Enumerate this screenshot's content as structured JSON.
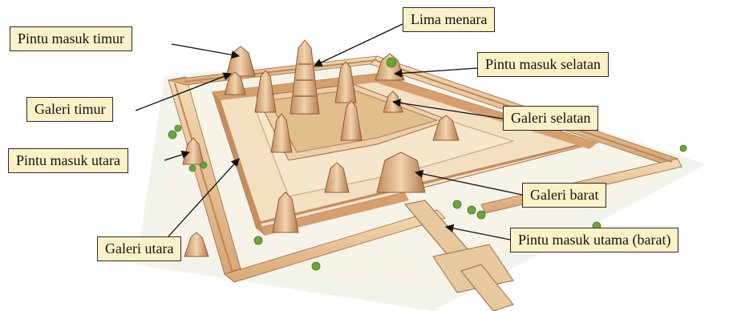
{
  "labels": {
    "east_gate": "Pintu masuk timur",
    "five_towers": "Lima menara",
    "south_gate": "Pintu masuk selatan",
    "east_gallery": "Galeri timur",
    "south_gallery": "Galeri selatan",
    "north_gate": "Pintu masuk utara",
    "west_gallery": "Galeri barat",
    "north_gallery": "Galeri utara",
    "main_gate": "Pintu masuk utama (barat)"
  },
  "colors": {
    "label_background": "#fdf1c7",
    "stone_light": "#f0d2a8",
    "stone_mid": "#d9a774",
    "stone_dark": "#a8714a",
    "moat_ground": "#eef3e6",
    "tree_green": "#6aa43c"
  }
}
